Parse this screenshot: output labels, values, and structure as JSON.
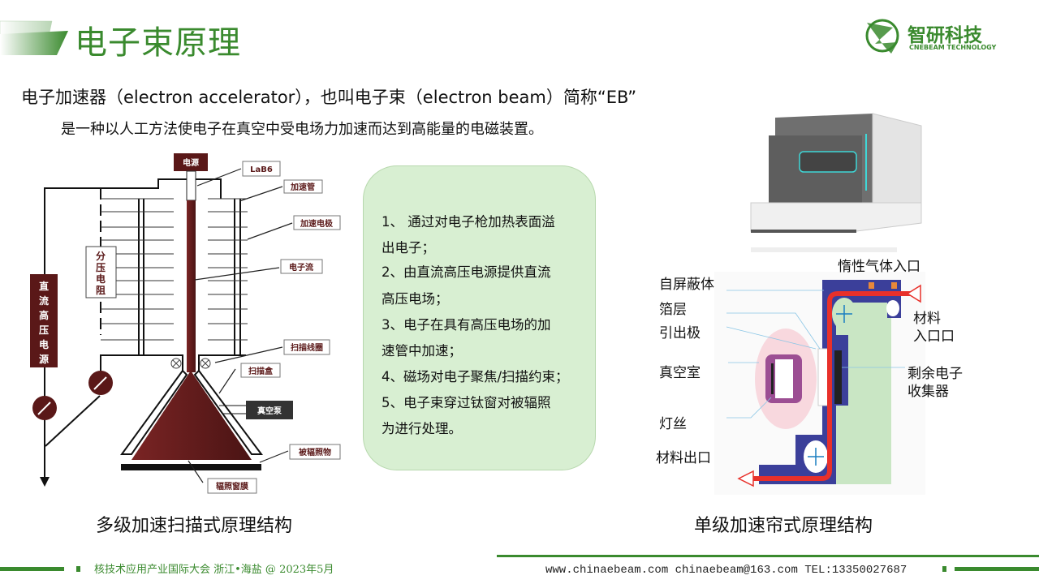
{
  "title": "电子束原理",
  "logo": {
    "name": "智研科技",
    "sub": "CNEBEAM TECHNOLOGY"
  },
  "intro": {
    "line1": "电子加速器（electron accelerator），也叫电子束（electron beam）简称“EB”",
    "line2": "是一种以人工方法使电子在真空中受电场力加速而达到高能量的电磁装置。"
  },
  "left_diagram": {
    "power": "电源",
    "hv_supply": [
      "直",
      "流",
      "高",
      "压",
      "电",
      "源"
    ],
    "divider": [
      "分",
      "压",
      "电",
      "阻"
    ],
    "labels": {
      "lab6": "LaB6",
      "tube": "加速管",
      "electrode": "加速电极",
      "stream": "电子流",
      "coil": "扫描线圈",
      "scan_box": "扫描盒",
      "pump": "真空泵",
      "target": "被辐照物",
      "window": "辐照窗膜"
    },
    "caption": "多级加速扫描式原理结构"
  },
  "steps": [
    "1、 通过对电子枪加热表面溢",
    "出电子；",
    "2、由直流高压电源提供直流",
    "高压电场；",
    "3、电子在具有高压电场的加",
    "速管中加速；",
    "4、磁场对电子聚焦/扫描约束；",
    "5、电子束穿过钛窗对被辐照",
    "为进行处理。"
  ],
  "right_diagram": {
    "labels": {
      "gas": "惰性气体入口",
      "shield": "自屏蔽体",
      "foil": "箔层",
      "extract": "引出极",
      "vacuum": "真空室",
      "filament": "灯丝",
      "outlet": "材料出口",
      "inlet1": "材料",
      "inlet2": "入口口",
      "collector1": "剩余电子",
      "collector2": "收集器"
    },
    "caption": "单级加速帘式原理结构"
  },
  "footer": {
    "left": "核技术应用产业国际大会  浙江•海盐 @ 2023年5月",
    "right": "www.chinaebeam.com  chinaebeam@163.com  TEL:13350027687"
  },
  "colors": {
    "green": "#3a8a2e",
    "beam": "#6b1f1f",
    "blue": "#3b3f9a",
    "red": "#e8302a"
  }
}
